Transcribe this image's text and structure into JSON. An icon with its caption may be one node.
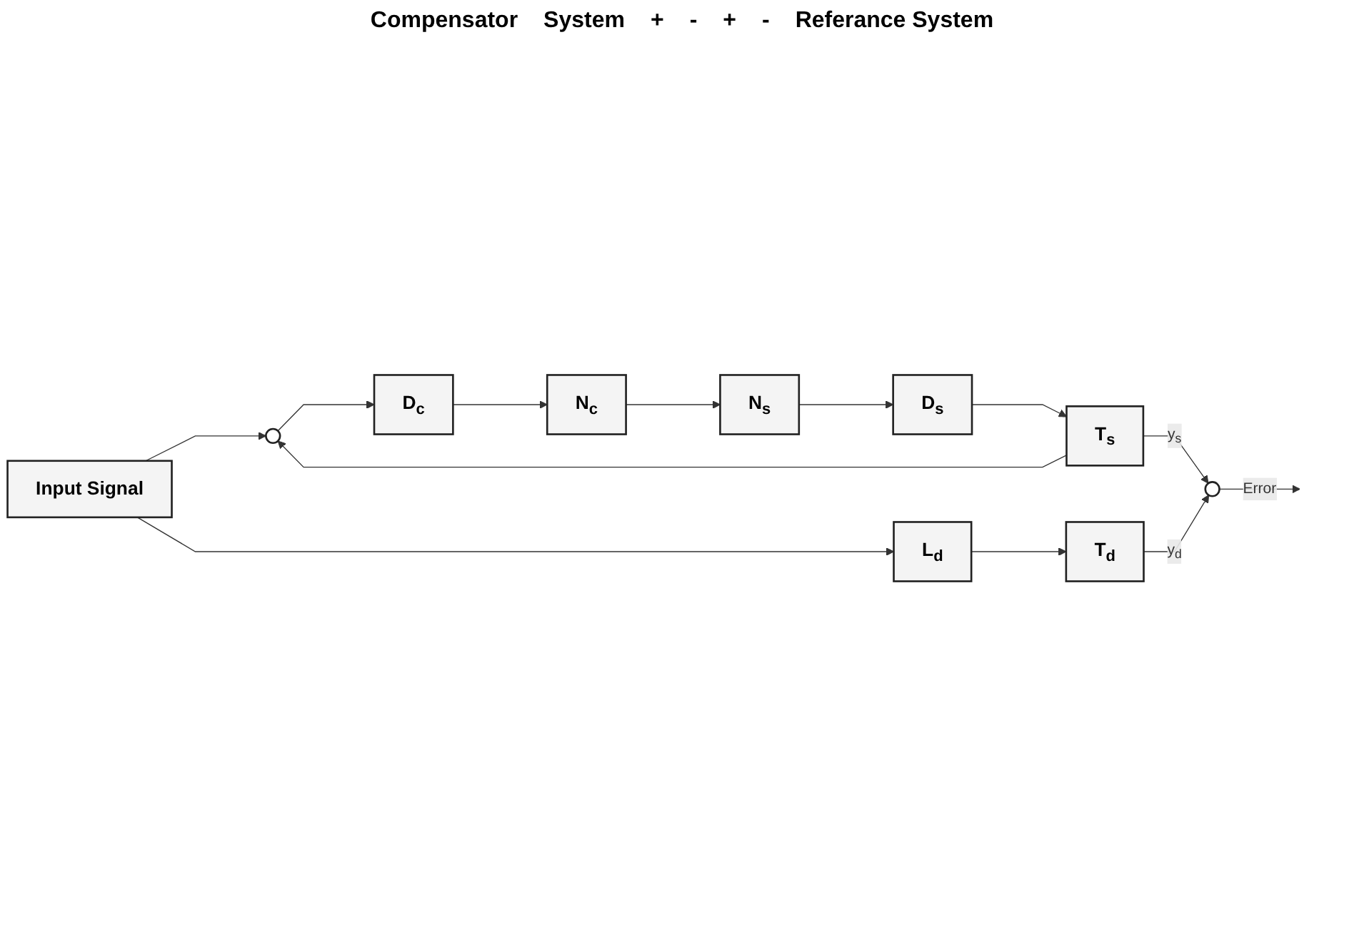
{
  "diagram": {
    "nodes": [
      {
        "text": [
          "Input Signal"
        ]
      },
      {
        "text": [],
        "shape": "circle"
      },
      {
        "text": [
          "D$_{c}$"
        ]
      },
      {
        "text": [
          "N$_{c}$"
        ]
      },
      {
        "text": [
          "N$_{s}$"
        ]
      },
      {
        "text": [
          "D$_{s}$"
        ]
      },
      {
        "text": [
          "T$_{s}$"
        ]
      },
      {
        "text": [],
        "shape": "circle"
      },
      {
        "text": [
          "L$_{d}$"
        ]
      },
      {
        "text": [
          "T$_{d}$"
        ]
      }
    ],
    "edges": [
      {
        "from": 0,
        "to": 1,
        "arrow": "to"
      },
      {
        "from": 0,
        "to": 8,
        "arrow": "to"
      },
      {
        "from": 1,
        "to": 2,
        "arrow": "to"
      },
      {
        "from": 2,
        "to": 3,
        "arrow": "to"
      },
      {
        "from": 3,
        "to": 4,
        "arrow": "to"
      },
      {
        "from": 4,
        "to": 5,
        "arrow": "to"
      },
      {
        "from": 5,
        "to": 6,
        "arrow": "to"
      },
      {
        "from": 6,
        "to": 1,
        "arrow": "to"
      },
      {
        "from": 6,
        "to": 7,
        "arrow": "to",
        "label": "y$_{s}$"
      },
      {
        "from": 8,
        "to": 9,
        "arrow": "to"
      },
      {
        "from": 9,
        "to": 7,
        "arrow": "to",
        "label": "y$_{d}$"
      },
      {
        "from": 7,
        "to": null,
        "arrow": "to",
        "label": "Error"
      }
    ],
    "labels": [
      "Compensator",
      "System",
      "+",
      "-",
      "+",
      "-",
      "Referance System"
    ]
  }
}
